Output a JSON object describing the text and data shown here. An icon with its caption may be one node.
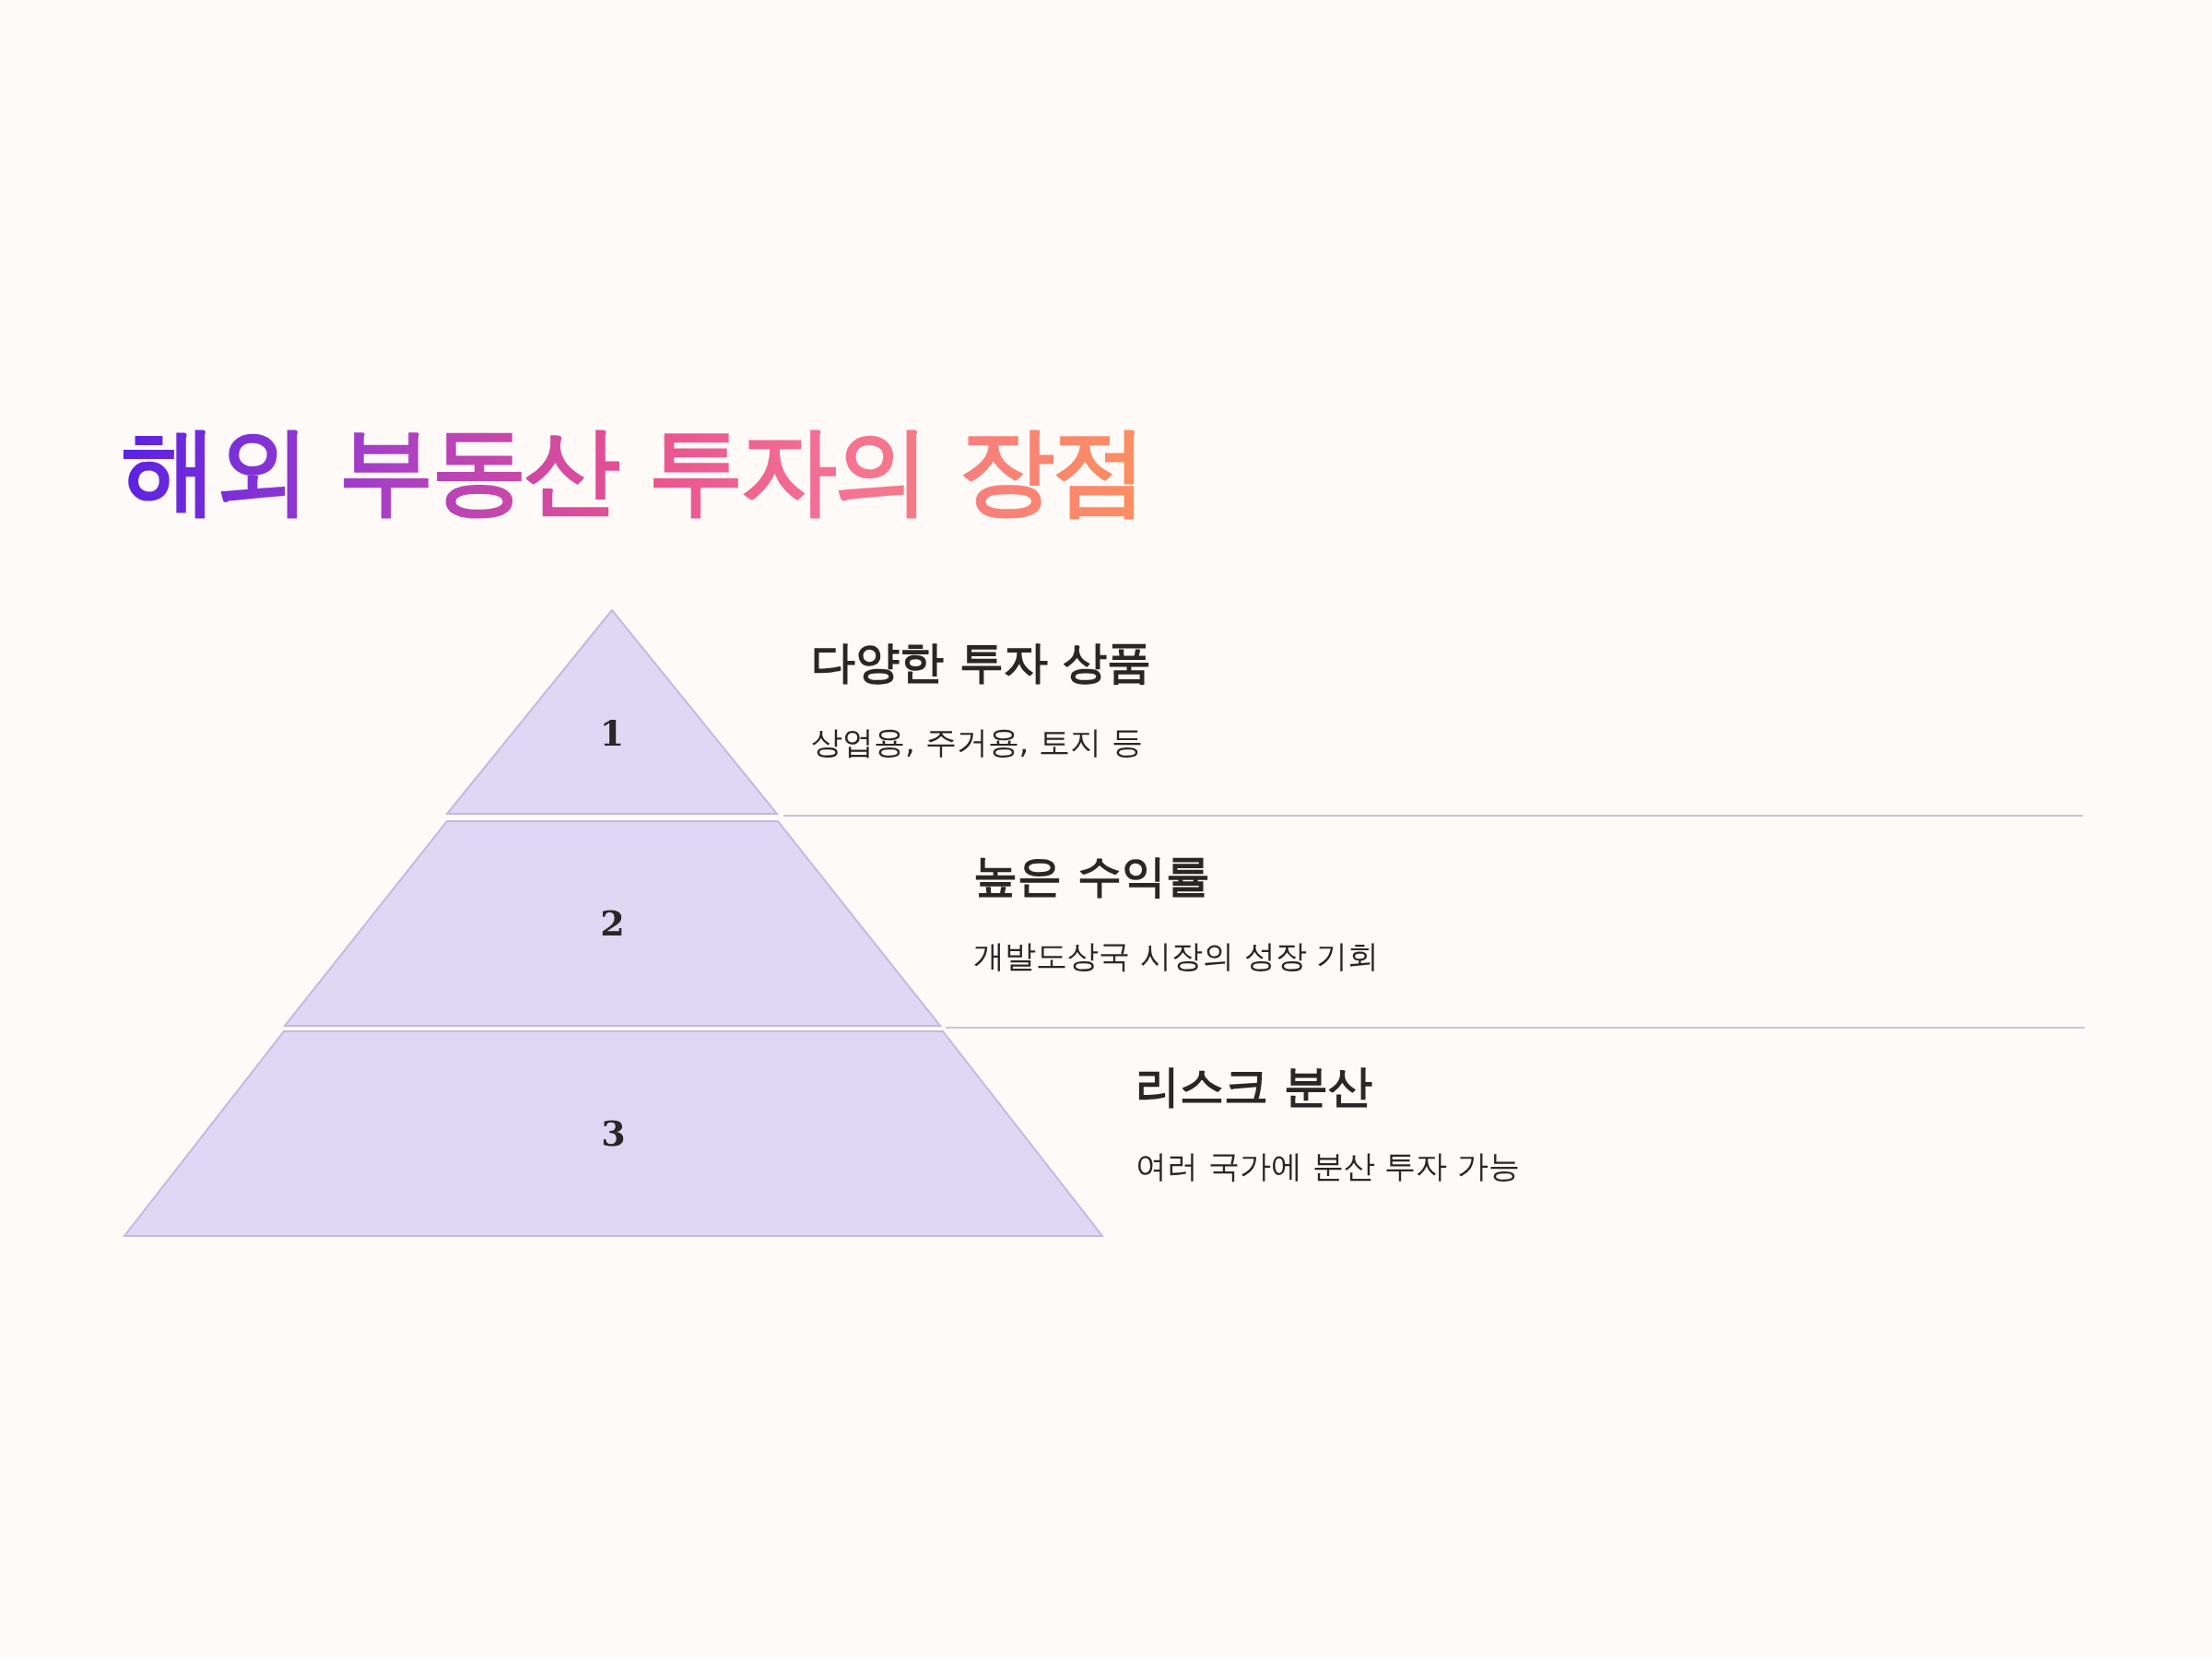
{
  "diagram": {
    "title": "해외 부동산 투자의 장점",
    "nodes": [
      {
        "text": [
          "1"
        ],
        "beside": [
          "다양한 투자 상품",
          "상업용, 주거용, 토지 등"
        ]
      },
      {
        "text": [
          "2"
        ],
        "beside": [
          "높은 수익률",
          "개발도상국 시장의 성장 기회"
        ]
      },
      {
        "text": [
          "3"
        ],
        "beside": [
          "리스크 분산",
          "여러 국가에 분산 투자 가능"
        ]
      }
    ]
  }
}
